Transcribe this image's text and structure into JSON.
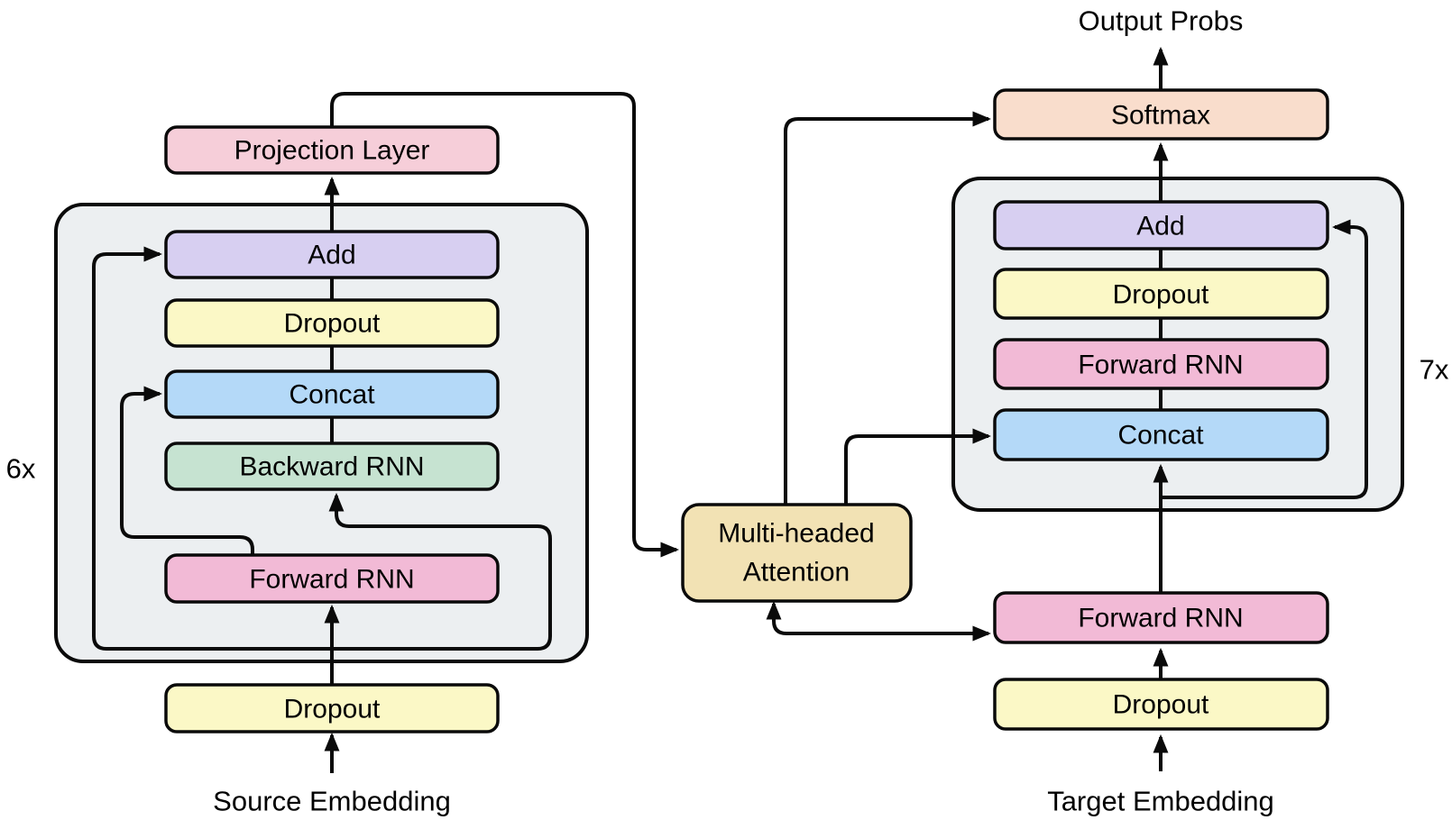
{
  "palette": {
    "projection": "#f6ced9",
    "add": "#d7cff1",
    "dropout": "#fbf8c6",
    "concat": "#b4d9f8",
    "backward_rnn": "#c6e3d1",
    "forward_rnn": "#f2bad6",
    "softmax": "#f9ddcc",
    "attention": "#f2e2b4",
    "container_fill": "#eceff1",
    "stroke": "#0a0a0a",
    "background": "#ffffff"
  },
  "encoder": {
    "repeat_label": "6x",
    "projection_label": "Projection Layer",
    "add_label": "Add",
    "dropout_label": "Dropout",
    "concat_label": "Concat",
    "backward_rnn_label": "Backward RNN",
    "forward_rnn_label": "Forward RNN",
    "input_dropout_label": "Dropout",
    "embedding_label": "Source Embedding"
  },
  "attention": {
    "line1": "Multi-headed",
    "line2": "Attention"
  },
  "decoder": {
    "repeat_label": "7x",
    "output_label": "Output Probs",
    "softmax_label": "Softmax",
    "add_label": "Add",
    "dropout_label": "Dropout",
    "forward_rnn_label": "Forward RNN",
    "concat_label": "Concat",
    "pre_forward_rnn_label": "Forward RNN",
    "input_dropout_label": "Dropout",
    "embedding_label": "Target Embedding"
  }
}
